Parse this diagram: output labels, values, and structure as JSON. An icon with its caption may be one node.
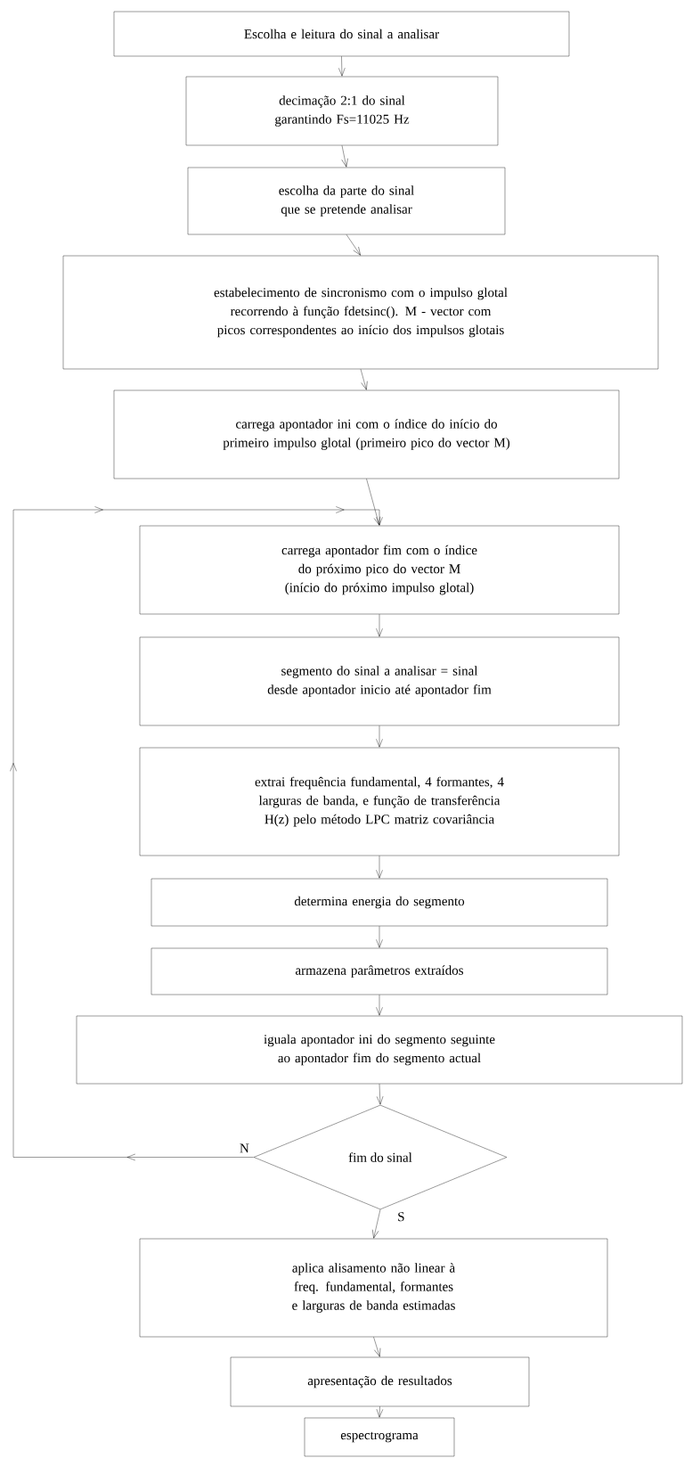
{
  "diagram": {
    "nodes": [
      {
        "text": [
          "Escolha e leitura do sinal a analisar"
        ]
      },
      {
        "text": [
          "decimação 2:1 do sinal garantindo Fs=11025 Hz"
        ]
      },
      {
        "text": [
          "escolha da parte do sinal que se pretende analisar"
        ]
      },
      {
        "text": [
          "estabelecimento de sincronismo com o impulso glotal recorrendo à função fdetsinc(). M - vector com picos correspondentes ao início dos impulsos glotais"
        ]
      },
      {
        "text": [
          "carrega apontador ini com o índice do início do primeiro impulso glotal (primeiro pico do vector M)"
        ]
      },
      {
        "text": [
          "carrega apontador fim com o índice do próximo pico do vector M (início do próximo impulso glotal)"
        ]
      },
      {
        "text": [
          "segmento do sinal a analisar = sinal desde apontador inicio até apontador fim"
        ]
      },
      {
        "text": [
          "extrai frequência fundamental, 4 formantes, 4 larguras de banda, e função de transferência H(z) pelo método LPC matriz covariância"
        ]
      },
      {
        "text": [
          "determina energia do segmento"
        ]
      },
      {
        "text": [
          "armazena parâmetros extraídos"
        ]
      },
      {
        "text": [
          "iguala apontador ini do segmento seguinte ao apontador fim do segmento actual"
        ]
      },
      {
        "text": [
          "fim do sinal"
        ]
      },
      {
        "text": [
          "aplica alisamento não linear à freq. fundamental, formantes e larguras de banda estimadas"
        ]
      },
      {
        "text": [
          "apresentação de resultados"
        ]
      },
      {
        "text": [
          "espectrograma"
        ]
      }
    ],
    "edges": [
      {
        "from": 0,
        "to": 1,
        "arrow": "to"
      },
      {
        "from": 1,
        "to": 2,
        "arrow": "to"
      },
      {
        "from": 2,
        "to": 3,
        "arrow": "to"
      },
      {
        "from": 3,
        "to": 4,
        "arrow": "to"
      },
      {
        "from": 4,
        "to": 5,
        "arrow": "to"
      },
      {
        "from": 5,
        "to": 6,
        "arrow": "to"
      },
      {
        "from": 6,
        "to": 7,
        "arrow": "to"
      },
      {
        "from": 7,
        "to": 8,
        "arrow": "to"
      },
      {
        "from": 8,
        "to": 9,
        "arrow": "to"
      },
      {
        "from": 9,
        "to": 10,
        "arrow": "to"
      },
      {
        "from": 10,
        "to": 11,
        "arrow": "to"
      },
      {
        "from": 11,
        "to": 5,
        "arrow": "to",
        "label": "N"
      },
      {
        "from": 11,
        "to": 12,
        "arrow": "to",
        "label": "S"
      },
      {
        "from": 12,
        "to": 13,
        "arrow": "to"
      },
      {
        "from": 13,
        "to": 14,
        "arrow": "to"
      }
    ]
  }
}
